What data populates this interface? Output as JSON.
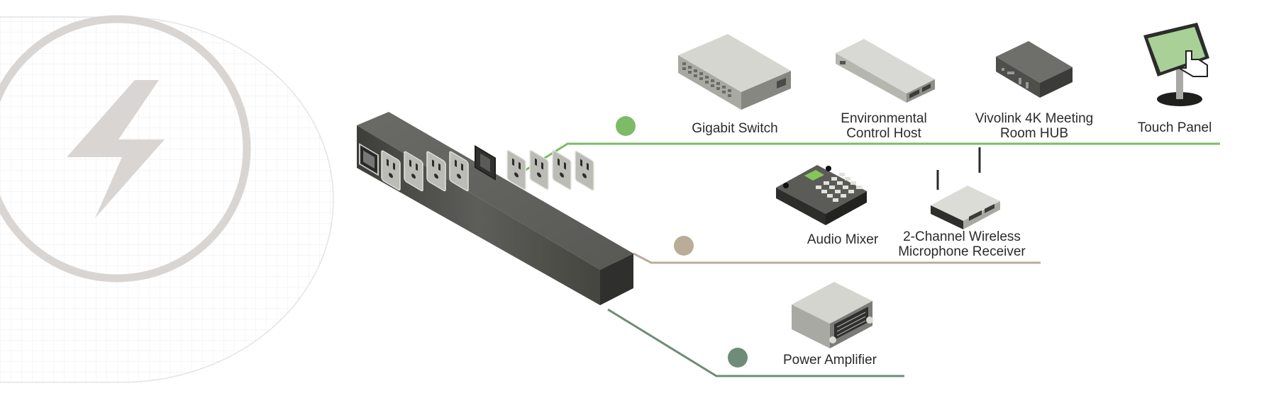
{
  "colors": {
    "green": "#7dbb67",
    "tan": "#b9ad98",
    "teal": "#6e8c78",
    "watermark": "#d9d5d2",
    "grid": "#eeeeee",
    "pdu_body": "#4b4c48"
  },
  "watermark": {
    "icon": "lightning-bolt-icon"
  },
  "pdu": {
    "icon": "pdu-power-strip-icon",
    "outlet_count": 8
  },
  "groups": [
    {
      "color_key": "green",
      "devices": [
        {
          "label": "Gigabit Switch",
          "icon": "gigabit-switch-icon"
        },
        {
          "label": "Environmental\nControl Host",
          "icon": "environmental-control-host-icon"
        },
        {
          "label": "Vivolink 4K Meeting\nRoom HUB",
          "icon": "meeting-room-hub-icon"
        },
        {
          "label": "Touch Panel",
          "icon": "touch-panel-icon"
        }
      ]
    },
    {
      "color_key": "tan",
      "devices": [
        {
          "label": "Audio Mixer",
          "icon": "audio-mixer-icon"
        },
        {
          "label": "2-Channel Wireless\nMicrophone Receiver",
          "icon": "wireless-microphone-receiver-icon"
        }
      ]
    },
    {
      "color_key": "teal",
      "devices": [
        {
          "label": "Power Amplifier",
          "icon": "power-amplifier-icon"
        }
      ]
    }
  ]
}
